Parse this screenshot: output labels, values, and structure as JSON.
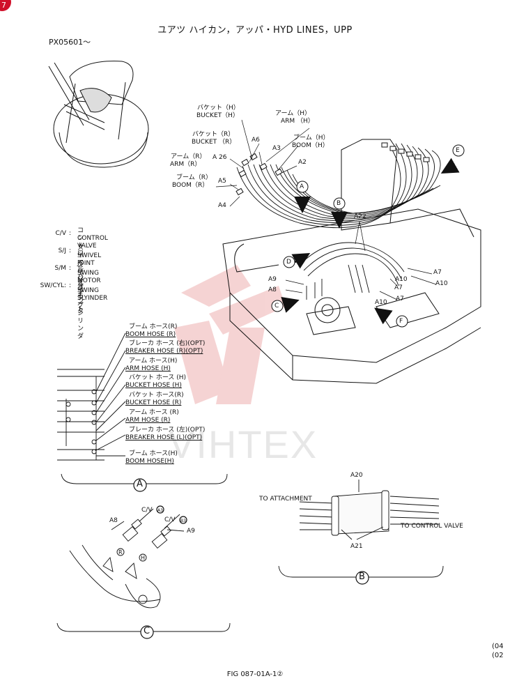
{
  "title": "ユアツ ハイカン，アッパ・HYD LINES，UPP",
  "serial": "PX05601～",
  "corner_mark": "7",
  "legend": [
    {
      "abbr": "C/V",
      "jp": "コントロールバルブ",
      "en": "CONTROL VALVE"
    },
    {
      "abbr": "S/J",
      "jp": "スイベルジョイント",
      "en": "SWIVEL JOINT"
    },
    {
      "abbr": "S/M",
      "jp": "スイング モータ",
      "en": "SWING MOTOR"
    },
    {
      "abbr": "SW/CYL:",
      "jp": "スイング シリンダ",
      "en": "SWING SLYINDER"
    }
  ],
  "main_labels": {
    "bucket_h_jp": "バケット（H）",
    "bucket_h_en": "BUCKET（H）",
    "arm_h_jp": "アーム（H）",
    "arm_h_en": "ARM （H）",
    "bucket_r_jp": "バケット（R）",
    "bucket_r_en": "BUCKET （R）",
    "boom_h_jp": "ブーム（H）",
    "boom_h_en": "BOOM（H）",
    "arm_r_jp": "アーム（R）",
    "arm_r_en": "ARM（R）",
    "boom_r_jp": "ブーム（R）",
    "boom_r_en": "BOOM（R）",
    "a6": "A6",
    "a3": "A3",
    "a26": "A 26",
    "a2": "A2",
    "a5": "A5",
    "a4": "A4",
    "a22": "A22",
    "a10_1": "A10",
    "a7_1": "A7",
    "a10_2": "A10",
    "a7_2": "A7",
    "a10_3": "A10",
    "a7_3": "A7",
    "a9": "A9",
    "a8": "A8"
  },
  "callouts": {
    "A": "A",
    "B": "B",
    "C": "C",
    "D": "D",
    "E": "E",
    "F": "F"
  },
  "hose_legend": [
    {
      "jp": "ブーム ホース(R)",
      "en": "BOOM HOSE (R)"
    },
    {
      "jp": "ブレーカ ホース (右)(OPT)",
      "en": "BREAKER HOSE (R)(OPT)"
    },
    {
      "jp": "アーム ホース(H)",
      "en": "ARM HOSE (H)"
    },
    {
      "jp": "バケット ホース (H)",
      "en": "BUCKET HOSE (H)"
    },
    {
      "jp": "バケット ホース(R)",
      "en": "BUCKET HOSE (R)"
    },
    {
      "jp": "アーム ホース (R)",
      "en": "ARM HOSE (R)"
    },
    {
      "jp": "ブレーカ ホース (左)(OPT)",
      "en": "BREAKER HOSE (L)(OPT)"
    },
    {
      "jp": "ブーム ホース(H)",
      "en": "BOOM HOSE(H)"
    }
  ],
  "detail_b": {
    "a20": "A20",
    "to_attachment": "TO ATTACHMENT",
    "to_control_valve": "TO CONTROL VALVE",
    "a21": "A21"
  },
  "detail_c": {
    "a8": "A8",
    "a9": "A9",
    "cv_a3": "C/V",
    "cv_a3_badge": "A3",
    "cv_b3": "C/V",
    "cv_b3_badge": "B3",
    "r": "R",
    "h": "H"
  },
  "watermark": "VIHTEX",
  "footer": "FIG 087-01A-1②",
  "page_refs": [
    "(04",
    "(02"
  ]
}
